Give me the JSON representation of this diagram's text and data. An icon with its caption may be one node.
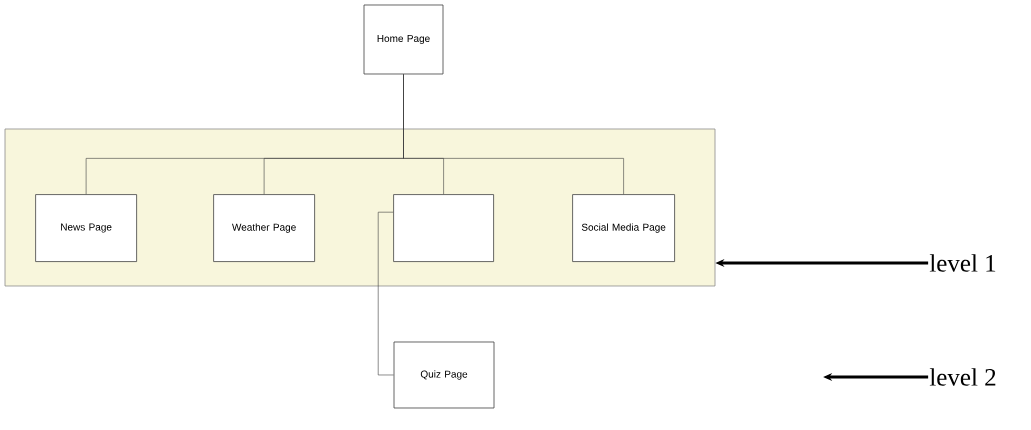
{
  "diagram": {
    "nodes": [
      {
        "text": [
          "Home Page"
        ]
      },
      {
        "text": [],
        "shape": "box"
      },
      {
        "text": [
          "News Page"
        ],
        "in": 1
      },
      {
        "text": [
          "Weather Page"
        ],
        "in": 1
      },
      {
        "text": [],
        "shape": "box",
        "in": 1
      },
      {
        "text": [
          "Social Media Page"
        ],
        "in": 1
      },
      {
        "text": [
          "Quiz Page"
        ]
      },
      {
        "text": [
          "level 1"
        ]
      },
      {
        "text": [
          "level 2"
        ]
      }
    ],
    "edges": [
      {
        "from": 0,
        "to": 2,
        "arrow": "none"
      },
      {
        "from": 0,
        "to": 3,
        "arrow": "none"
      },
      {
        "from": 0,
        "to": 4,
        "arrow": "none"
      },
      {
        "from": 0,
        "to": 5,
        "arrow": "none"
      },
      {
        "from": 4,
        "to": 6,
        "arrow": "none"
      },
      {
        "from": 7,
        "to": 1,
        "arrow": "to",
        "style": "thick"
      },
      {
        "from": 8,
        "to": null,
        "arrow": "to",
        "style": "thick"
      }
    ]
  }
}
